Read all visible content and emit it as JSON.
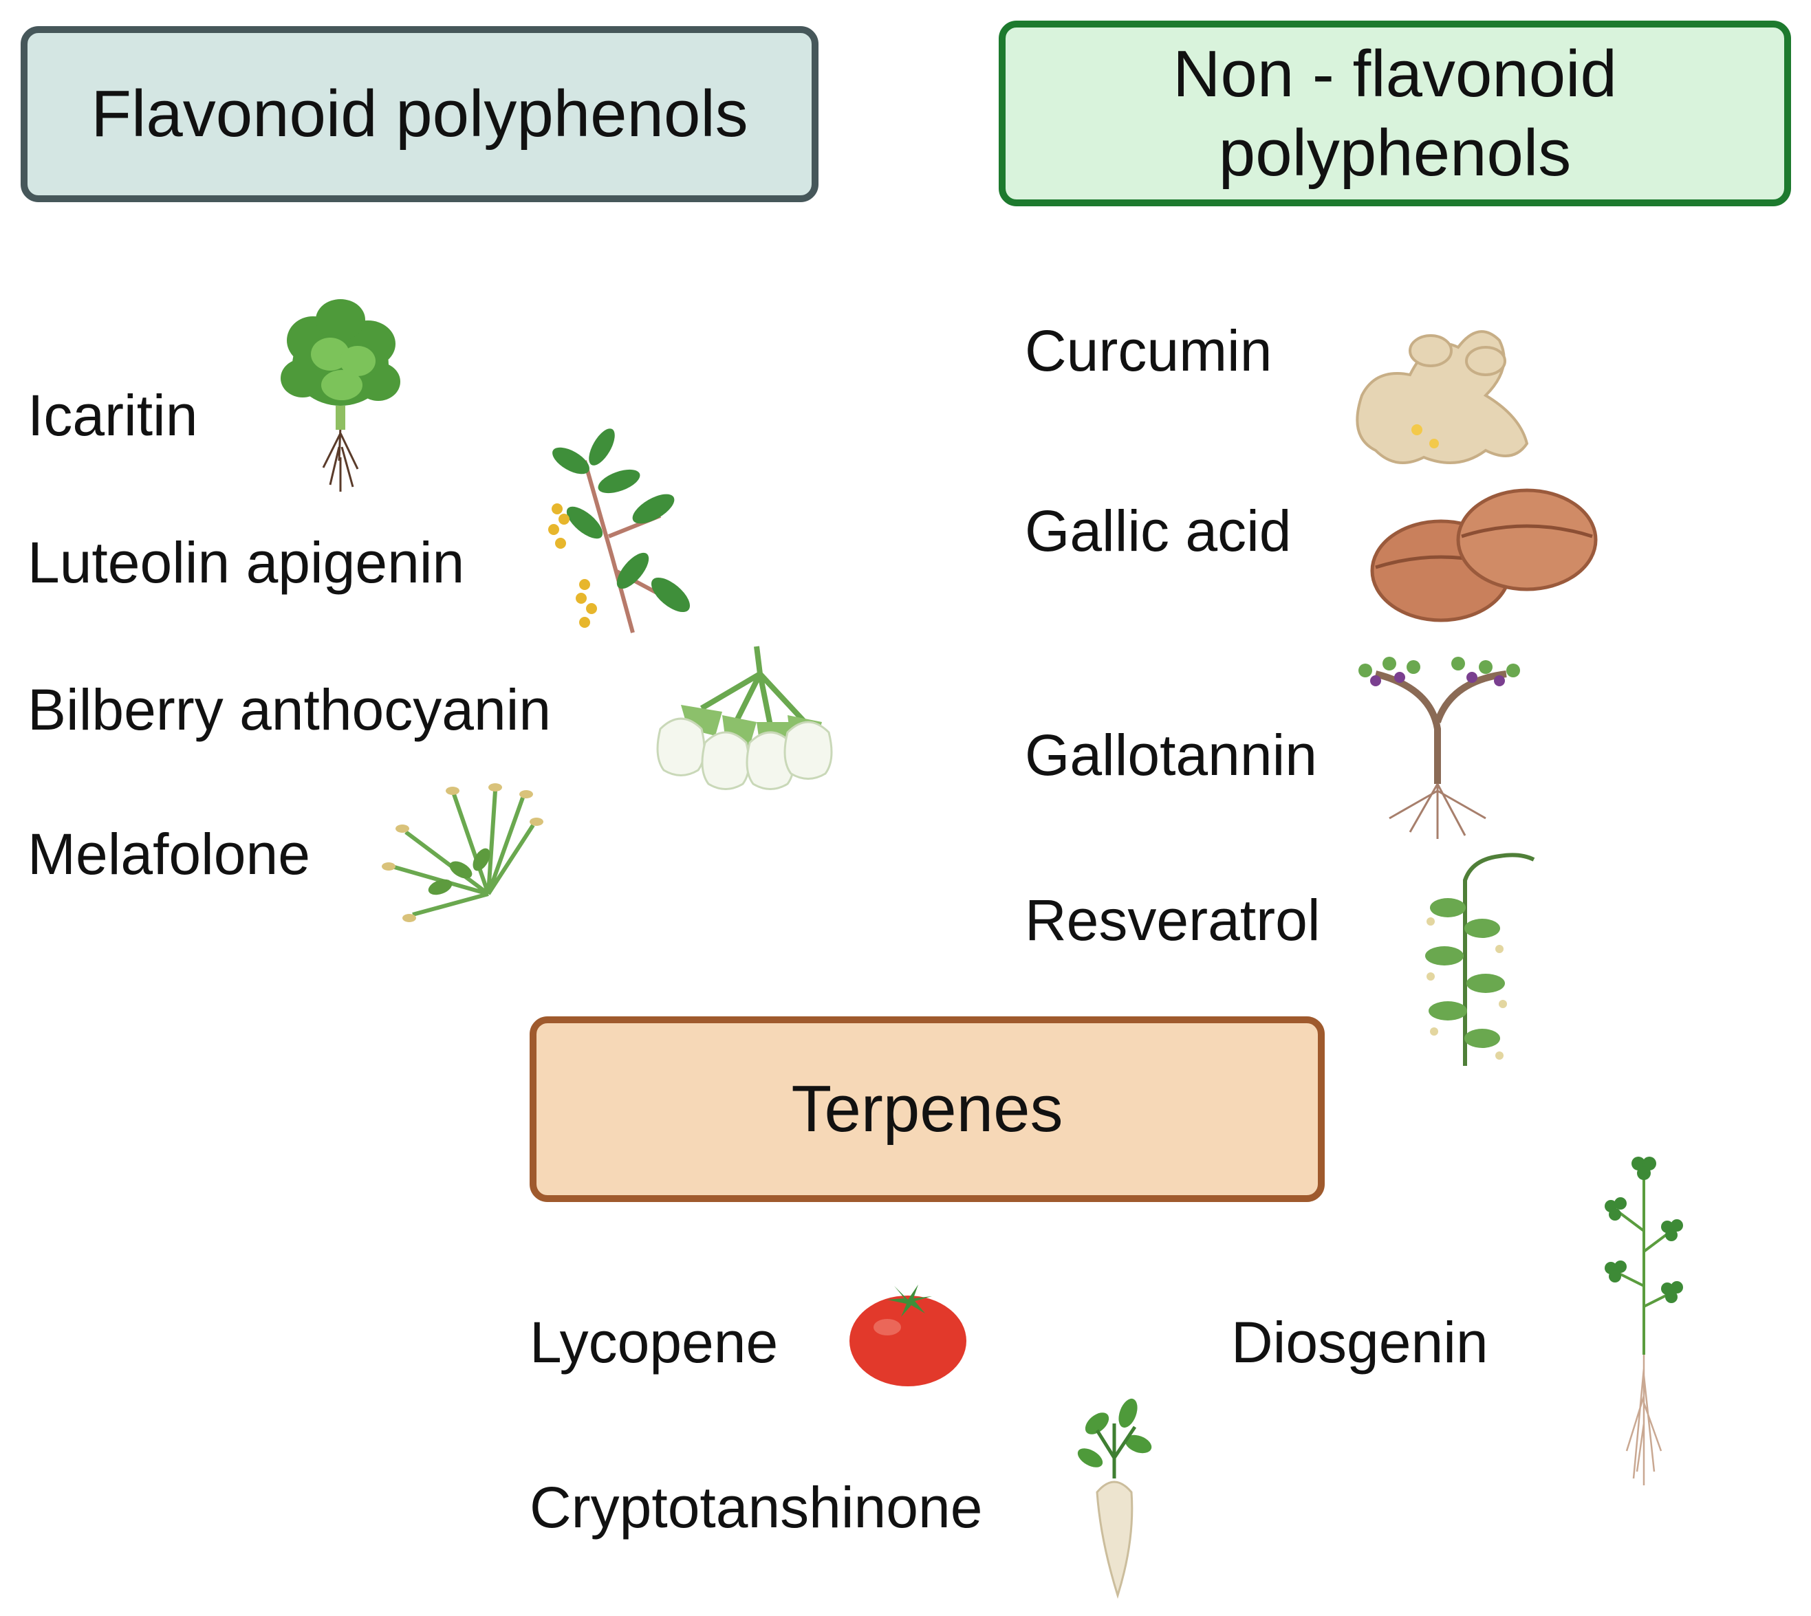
{
  "categories": {
    "flavonoid": {
      "title": "Flavonoid polyphenols",
      "compounds": [
        "Icaritin",
        "Luteolin apigenin",
        "Bilberry anthocyanin",
        "Melafolone"
      ]
    },
    "non_flavonoid": {
      "title_line1": "Non - flavonoid",
      "title_line2": "polyphenols",
      "compounds": [
        "Curcumin",
        "Gallic acid",
        "Gallotannin",
        "Resveratrol"
      ]
    },
    "terpenes": {
      "title": "Terpenes",
      "compounds": [
        "Lycopene",
        "Diosgenin",
        "Cryptotanshinone"
      ]
    }
  },
  "icons": {
    "icaritin": "leafy-herb-with-roots-icon",
    "luteolin_apigenin": "flowering-branch-icon",
    "bilberry_anthocyanin": "bell-flower-cluster-icon",
    "melafolone": "umbel-flower-icon",
    "curcumin": "ginger-root-icon",
    "gallic_acid": "walnut-pair-icon",
    "gallotannin": "grapevine-icon",
    "resveratrol": "flowering-stalk-icon",
    "lycopene": "tomato-icon",
    "cryptotanshinone": "root-vegetable-icon",
    "diosgenin": "clover-plant-icon"
  },
  "colors": {
    "flavonoid_fill": "#d4e6e3",
    "flavonoid_border": "#46575a",
    "non_flavonoid_fill": "#d9f3dc",
    "non_flavonoid_border": "#1d7a2e",
    "terpenes_fill": "#f6d8b7",
    "terpenes_border": "#9f5a2d"
  }
}
